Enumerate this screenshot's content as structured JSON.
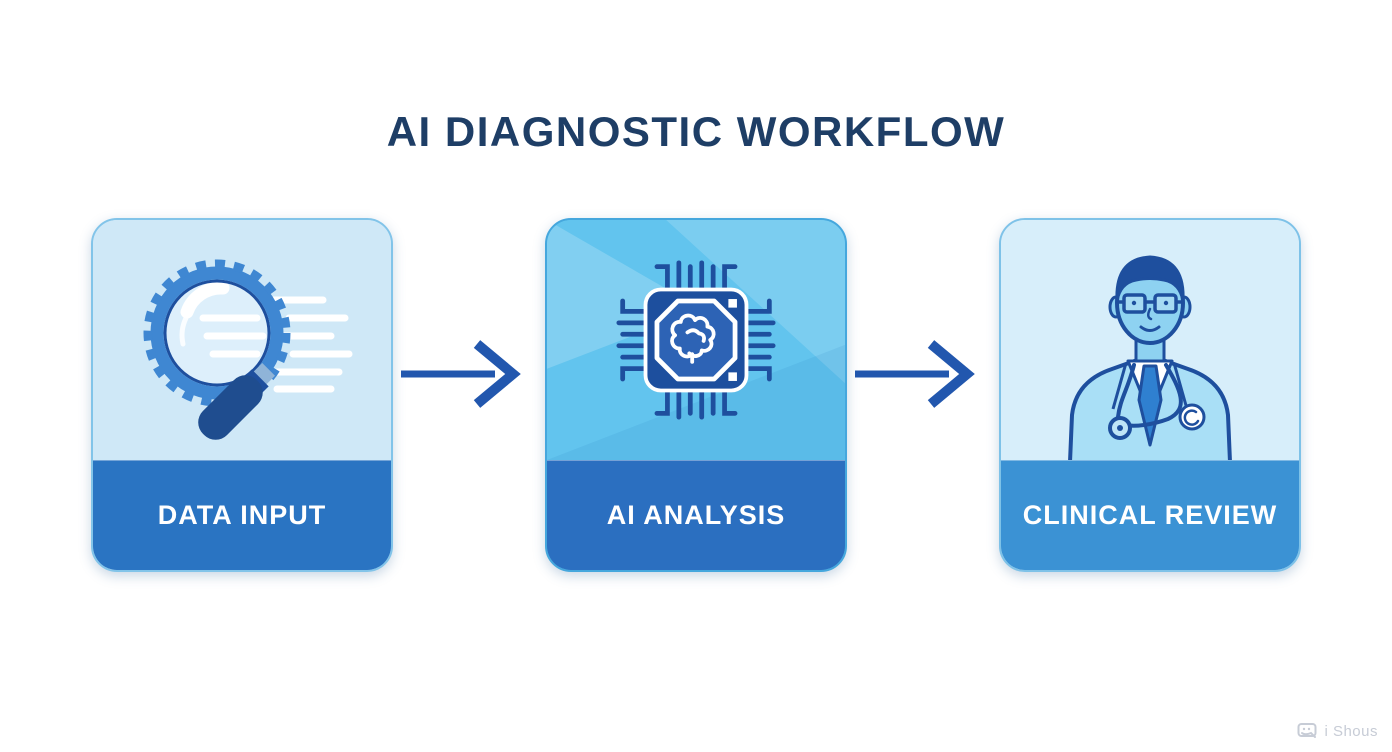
{
  "title": {
    "text": "AI DIAGNOSTIC WORKFLOW",
    "color": "#1e3e66"
  },
  "workflow": {
    "arrow_color": "#2257ae",
    "steps": [
      {
        "label": "DATA INPUT",
        "icon": "magnifier-gear-icon",
        "colors": {
          "top": "#cfe8f7",
          "band": "#2a74c2",
          "border": "#82c4e9"
        }
      },
      {
        "label": "AI ANALYSIS",
        "icon": "ai-chip-brain-icon",
        "colors": {
          "top": "#62c4ee",
          "band": "#2b6fc0",
          "border": "#45a7dd"
        }
      },
      {
        "label": "CLINICAL REVIEW",
        "icon": "doctor-icon",
        "colors": {
          "top": "#d7eefa",
          "band": "#3b92d4",
          "border": "#7ec2e8"
        }
      }
    ]
  },
  "watermark": {
    "text": "i Shous",
    "color": "#c7ccd6"
  }
}
